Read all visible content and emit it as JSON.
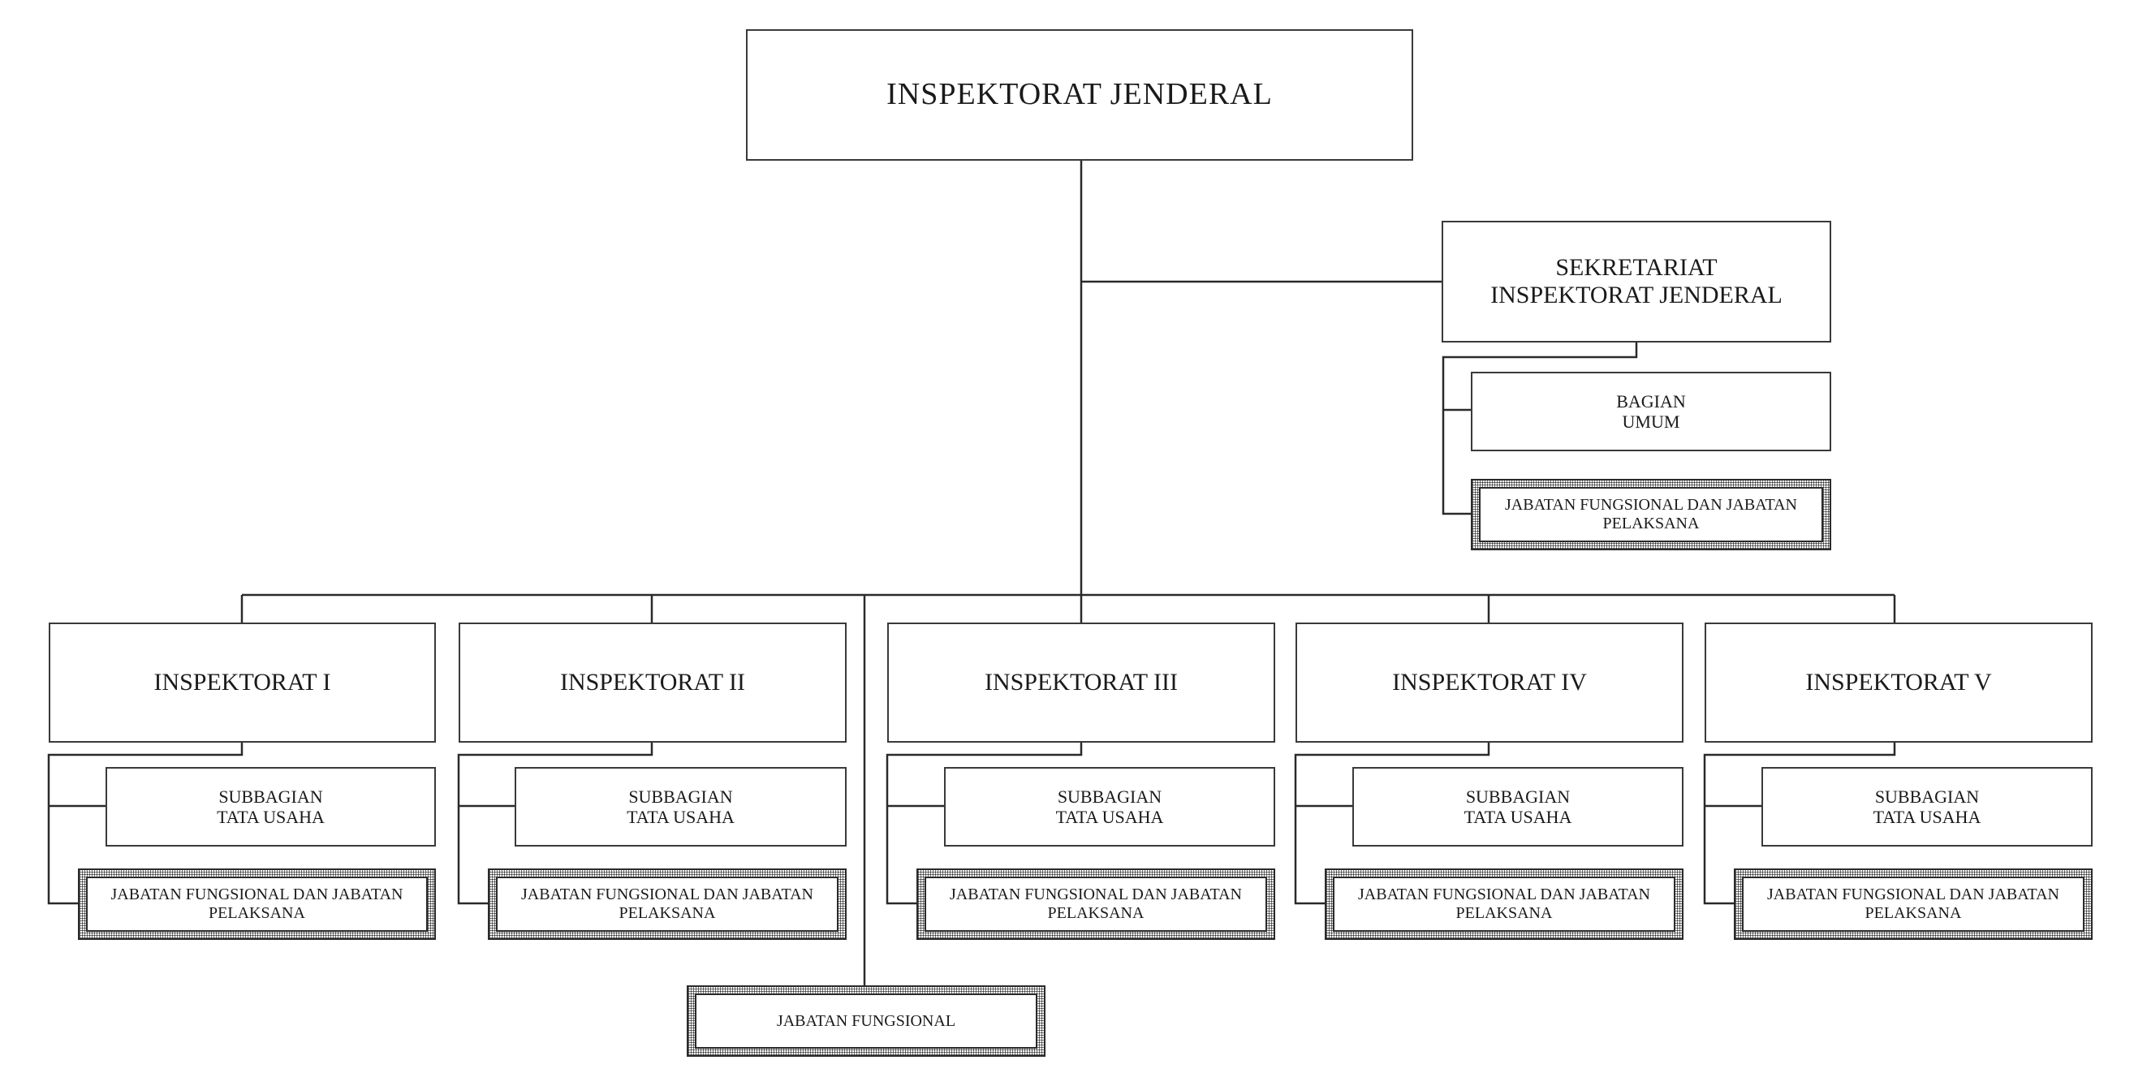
{
  "title": "INSPEKTORAT  JENDERAL",
  "sekretariat": {
    "label": "SEKRETARIAT\nINSPEKTORAT JENDERAL",
    "bagian_umum": "BAGIAN\nUMUM",
    "jabatan": "JABATAN FUNGSIONAL DAN\nJABATAN PELAKSANA"
  },
  "inspektorat": [
    {
      "name": "INSPEKTORAT I",
      "subbagian": "SUBBAGIAN\nTATA USAHA",
      "jabatan": "JABATAN FUNGSIONAL DAN\nJABATAN PELAKSANA"
    },
    {
      "name": "INSPEKTORAT II",
      "subbagian": "SUBBAGIAN\nTATA USAHA",
      "jabatan": "JABATAN FUNGSIONAL DAN\nJABATAN PELAKSANA"
    },
    {
      "name": "INSPEKTORAT III",
      "subbagian": "SUBBAGIAN\nTATA USAHA",
      "jabatan": "JABATAN FUNGSIONAL DAN\nJABATAN PELAKSANA"
    },
    {
      "name": "INSPEKTORAT IV",
      "subbagian": "SUBBAGIAN\nTATA USAHA",
      "jabatan": "JABATAN FUNGSIONAL DAN\nJABATAN PELAKSANA"
    },
    {
      "name": "INSPEKTORAT V",
      "subbagian": "SUBBAGIAN\nTATA USAHA",
      "jabatan": "JABATAN FUNGSIONAL DAN\nJABATAN PELAKSANA"
    }
  ],
  "jabatan_fungsional": "JABATAN FUNGSIONAL"
}
